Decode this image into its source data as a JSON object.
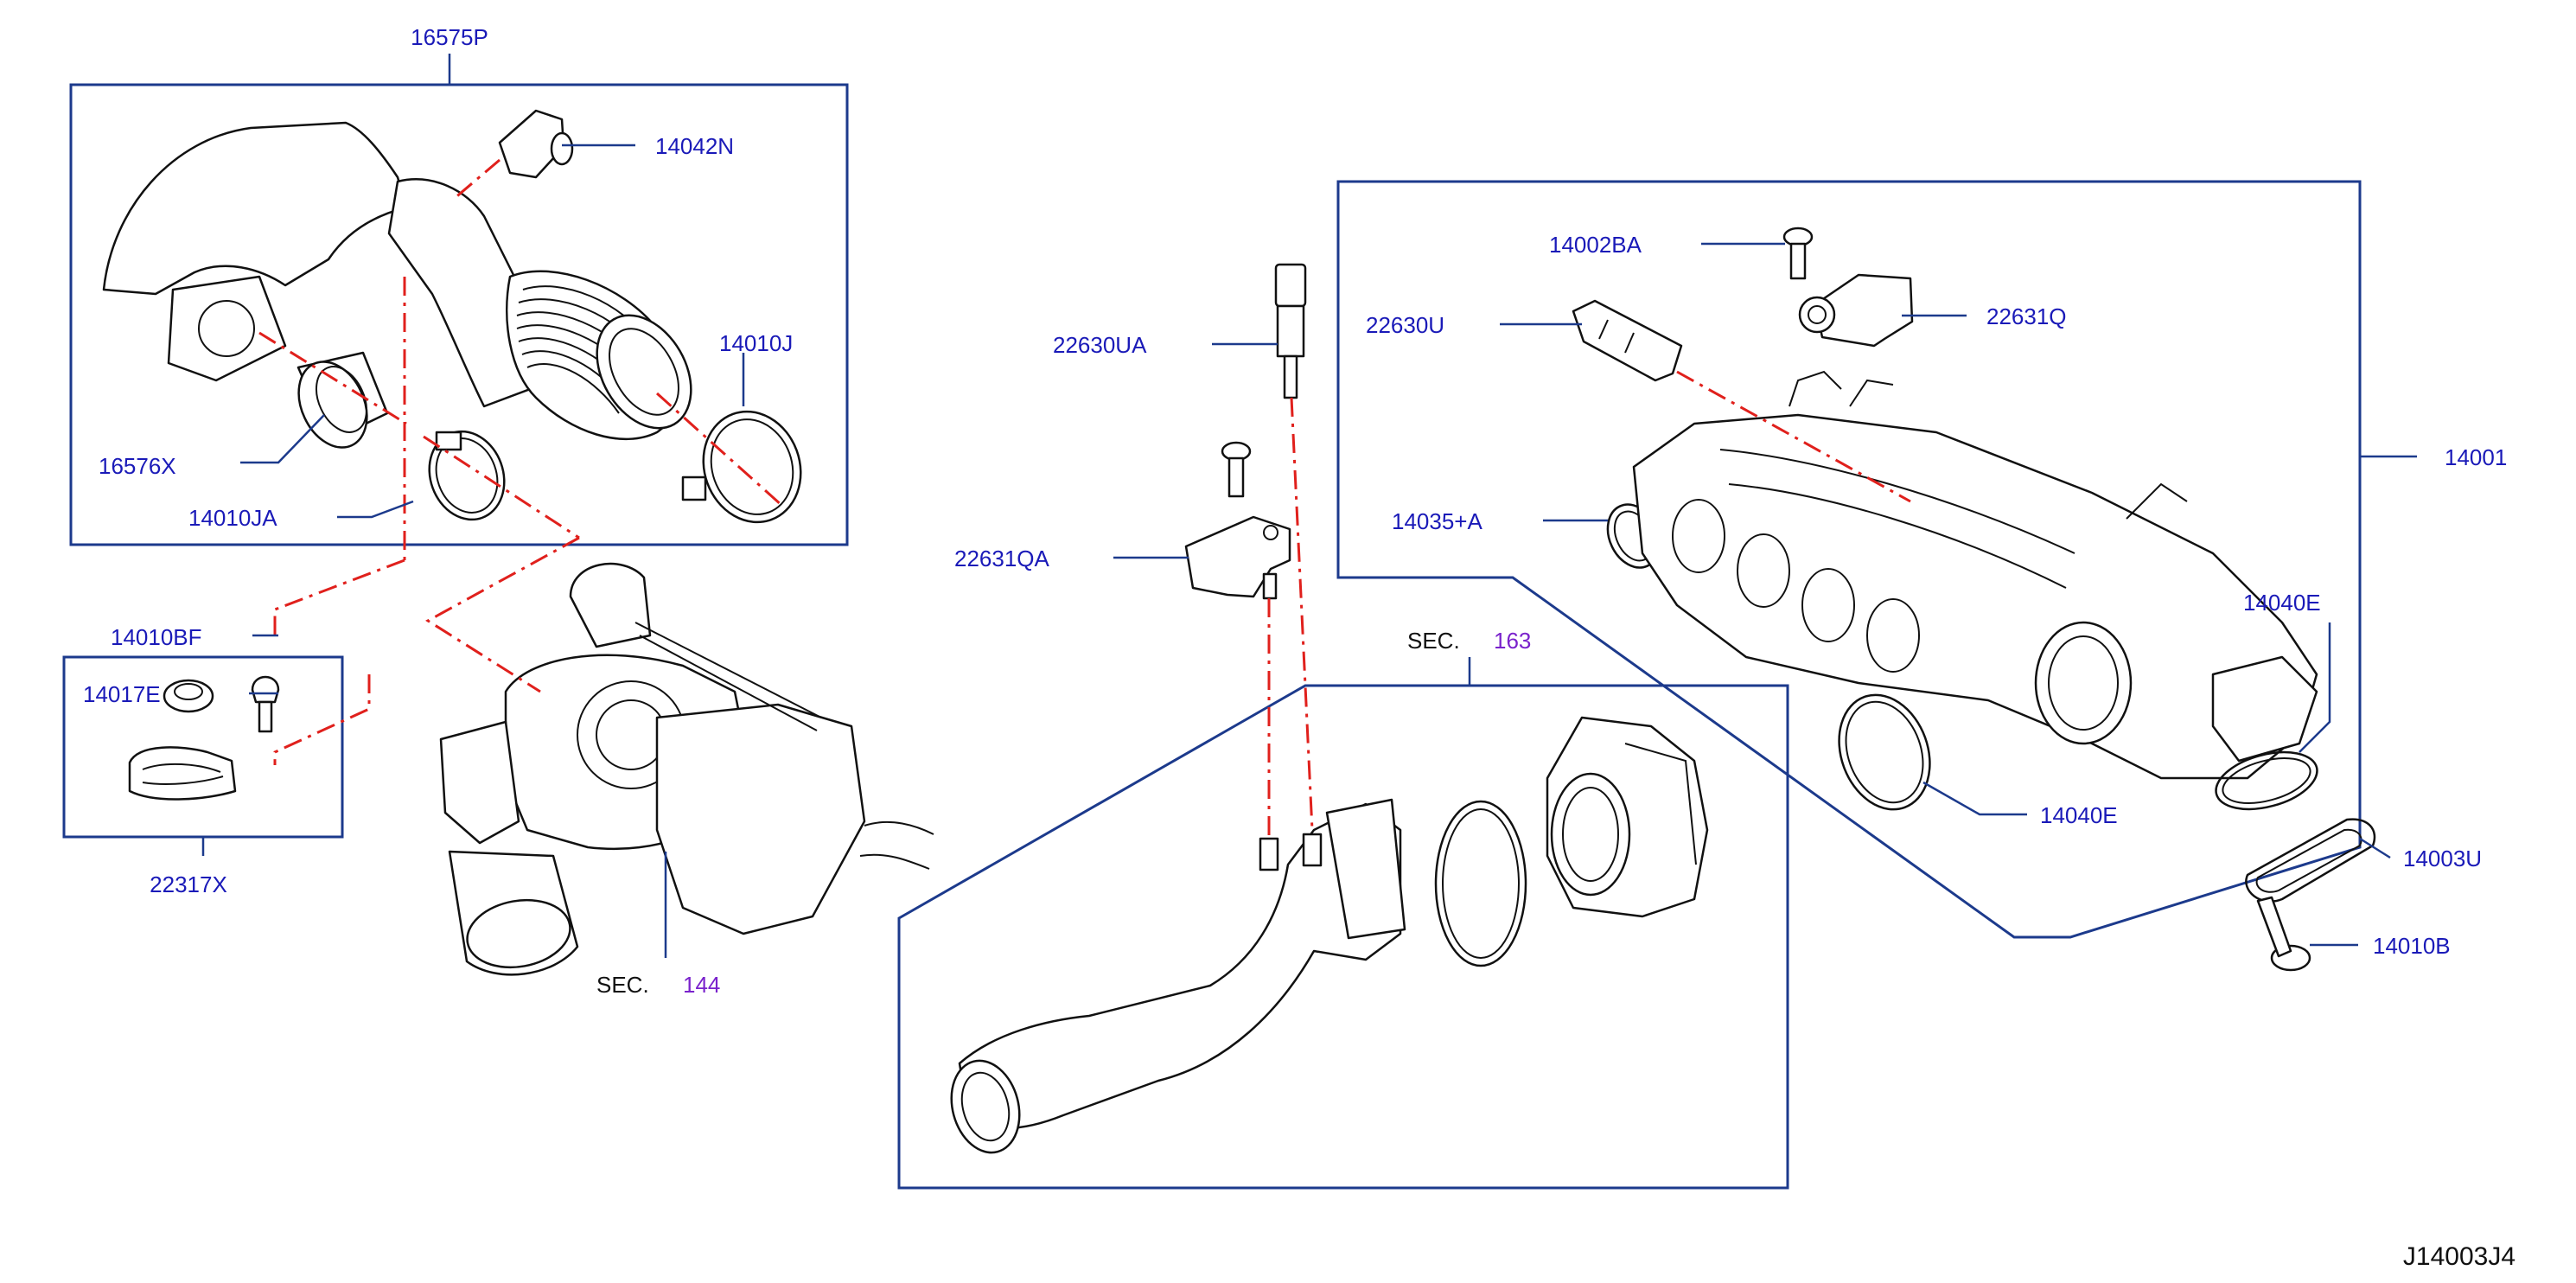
{
  "labels": {
    "p16575P": "16575P",
    "p14042N": "14042N",
    "p14010J": "14010J",
    "p16576X": "16576X",
    "p14010JA": "14010JA",
    "p14010BF": "14010BF",
    "p14017E": "14017E",
    "p22317X": "22317X",
    "p22630UA": "22630UA",
    "p22631QA": "22631QA",
    "p14002BA": "14002BA",
    "p22630U": "22630U",
    "p22631Q": "22631Q",
    "p14001": "14001",
    "p14035A": "14035+A",
    "p14040E_top": "14040E",
    "p14040E_bottom": "14040E",
    "p14003U": "14003U",
    "p14010B": "14010B"
  },
  "sections": {
    "sec144": {
      "prefix": "SEC.",
      "number": "144"
    },
    "sec163": {
      "prefix": "SEC.",
      "number": "163"
    }
  },
  "diagram_code": "J14003J4"
}
